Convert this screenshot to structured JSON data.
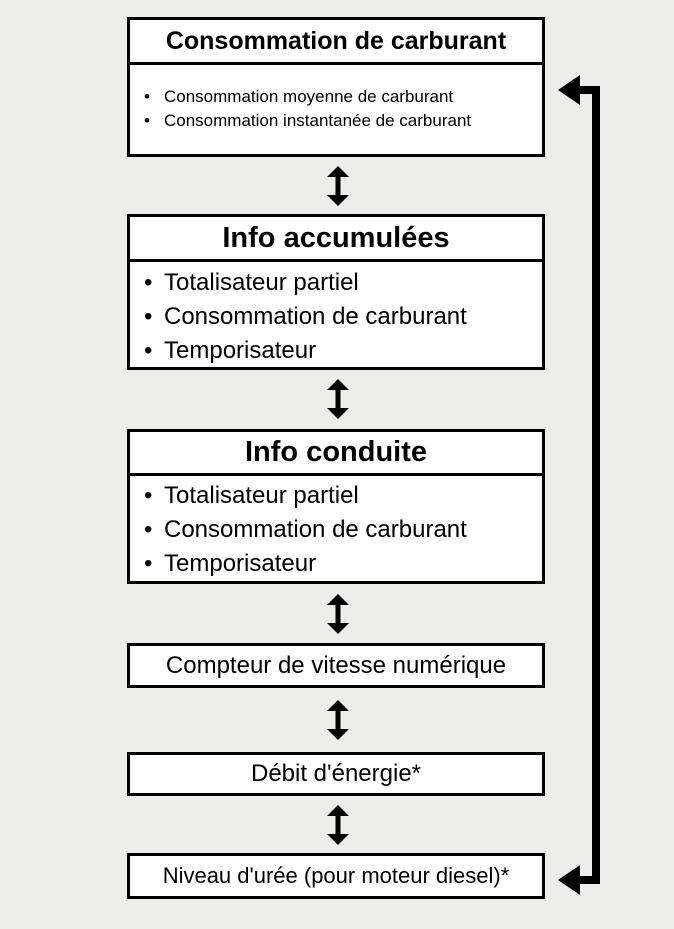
{
  "boxes": [
    {
      "title": "Consommation de carburant",
      "items": [
        "Consommation moyenne de carburant",
        "Consommation instantanée de carburant"
      ]
    },
    {
      "title": "Info accumulées",
      "items": [
        "Totalisateur partiel",
        "Consommation de carburant",
        "Temporisateur"
      ]
    },
    {
      "title": "Info conduite",
      "items": [
        "Totalisateur partiel",
        "Consommation de carburant",
        "Temporisateur"
      ]
    }
  ],
  "single_boxes": [
    "Compteur de vitesse numérique",
    "Débit d'énergie*",
    "Niveau d'urée (pour moteur diesel)*"
  ],
  "bullet": "•"
}
